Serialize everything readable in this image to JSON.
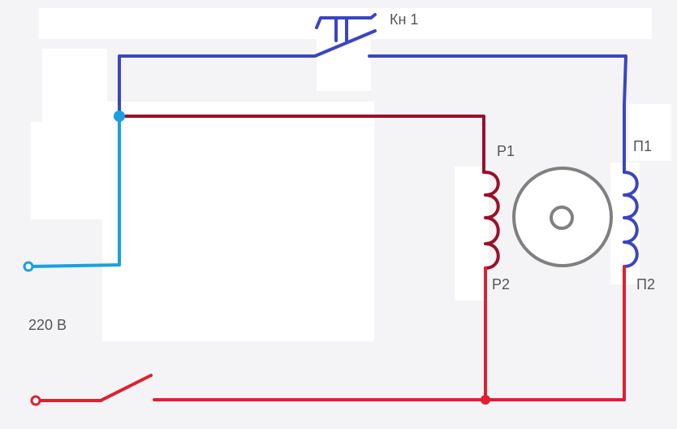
{
  "labels": {
    "button": "Кн 1",
    "run_coil_top": "Р1",
    "run_coil_bottom": "Р2",
    "start_coil_top": "П1",
    "start_coil_bottom": "П2",
    "voltage": "220 В"
  },
  "colors": {
    "background": "#f4f4f6",
    "white_patch": "#ffffff",
    "blue_wire": "#3a45c4",
    "light_blue_wire": "#1aa0e0",
    "dark_red_wire": "#9a1028",
    "red_wire": "#e02030",
    "rotor": "#808080",
    "label": "#555555"
  }
}
